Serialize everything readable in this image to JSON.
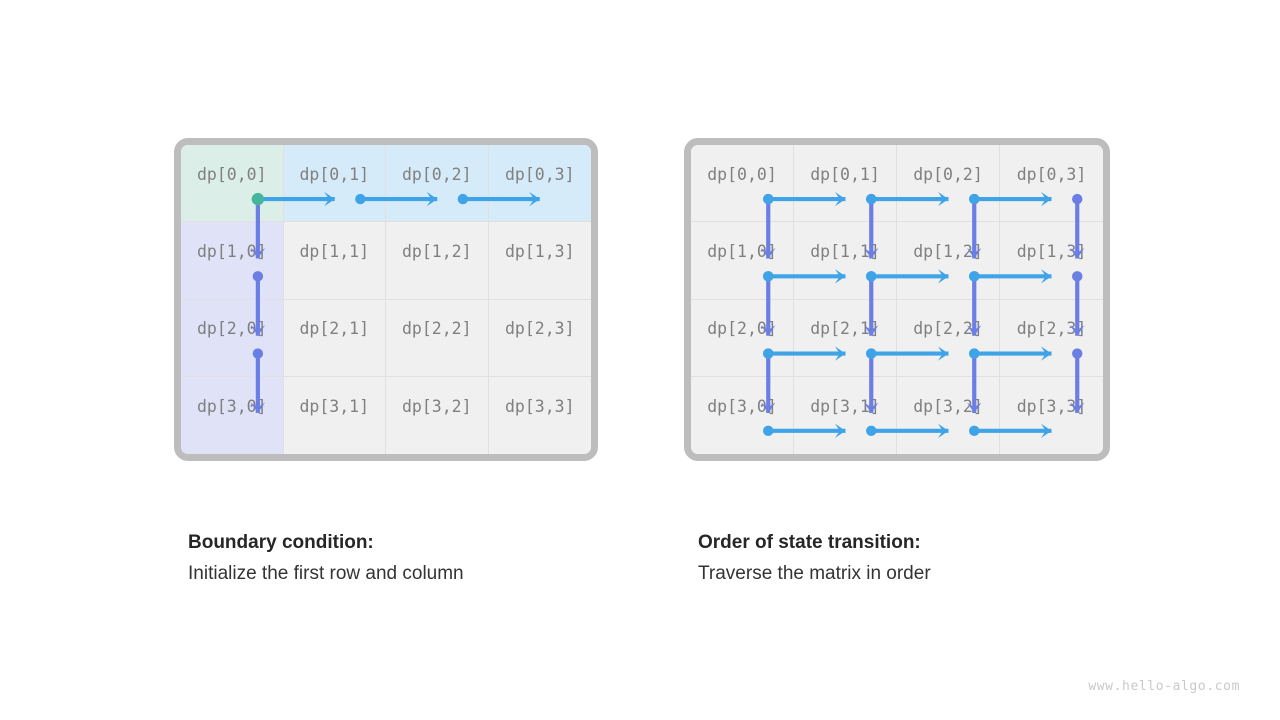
{
  "diagram": {
    "watermark": "www.hello-algo.com",
    "colors": {
      "cell_default": "#f0f0f0",
      "cell_origin": "#dbefe8",
      "cell_first_row": "#d6ebfa",
      "cell_first_col": "#e0e2f7",
      "grid_line": "#e0e0e0",
      "panel_border": "#bdbdbd",
      "label_text": "#808080",
      "arrow_horizontal": "#3fa3e8",
      "arrow_vertical": "#6b7ee3",
      "dot_origin": "#45b69c",
      "caption_title": "#262626",
      "caption_body": "#333333",
      "watermark_text": "#c9c9c9"
    },
    "panels": [
      {
        "id": "boundary-condition",
        "caption_title": "Boundary condition:",
        "caption_body": "Initialize the first row and column",
        "cells": [
          [
            "dp[0,0]",
            "dp[0,1]",
            "dp[0,2]",
            "dp[0,3]"
          ],
          [
            "dp[1,0]",
            "dp[1,1]",
            "dp[1,2]",
            "dp[1,3]"
          ],
          [
            "dp[2,0]",
            "dp[2,1]",
            "dp[2,2]",
            "dp[2,3]"
          ],
          [
            "dp[3,0]",
            "dp[3,1]",
            "dp[3,2]",
            "dp[3,3]"
          ]
        ],
        "cell_fills": [
          [
            "origin",
            "row",
            "row",
            "row"
          ],
          [
            "col",
            "none",
            "none",
            "none"
          ],
          [
            "col",
            "none",
            "none",
            "none"
          ],
          [
            "col",
            "none",
            "none",
            "none"
          ]
        ],
        "horizontal_arrows": [
          {
            "row": 0,
            "from_col": 0,
            "to_col": 1
          },
          {
            "row": 0,
            "from_col": 1,
            "to_col": 2
          },
          {
            "row": 0,
            "from_col": 2,
            "to_col": 3
          }
        ],
        "vertical_arrows": [
          {
            "col": 0,
            "from_row": 0,
            "to_row": 1
          },
          {
            "col": 0,
            "from_row": 1,
            "to_row": 2
          },
          {
            "col": 0,
            "from_row": 2,
            "to_row": 3
          }
        ],
        "origin_dot": {
          "row": 0,
          "col": 0
        }
      },
      {
        "id": "state-transition-order",
        "caption_title": "Order of state transition:",
        "caption_body": "Traverse the matrix in order",
        "cells": [
          [
            "dp[0,0]",
            "dp[0,1]",
            "dp[0,2]",
            "dp[0,3]"
          ],
          [
            "dp[1,0]",
            "dp[1,1]",
            "dp[1,2]",
            "dp[1,3]"
          ],
          [
            "dp[2,0]",
            "dp[2,1]",
            "dp[2,2]",
            "dp[2,3]"
          ],
          [
            "dp[3,0]",
            "dp[3,1]",
            "dp[3,2]",
            "dp[3,3]"
          ]
        ],
        "cell_fills": [
          [
            "none",
            "none",
            "none",
            "none"
          ],
          [
            "none",
            "none",
            "none",
            "none"
          ],
          [
            "none",
            "none",
            "none",
            "none"
          ],
          [
            "none",
            "none",
            "none",
            "none"
          ]
        ],
        "horizontal_arrows": [
          {
            "row": 0,
            "from_col": 0,
            "to_col": 1
          },
          {
            "row": 0,
            "from_col": 1,
            "to_col": 2
          },
          {
            "row": 0,
            "from_col": 2,
            "to_col": 3
          },
          {
            "row": 1,
            "from_col": 0,
            "to_col": 1
          },
          {
            "row": 1,
            "from_col": 1,
            "to_col": 2
          },
          {
            "row": 1,
            "from_col": 2,
            "to_col": 3
          },
          {
            "row": 2,
            "from_col": 0,
            "to_col": 1
          },
          {
            "row": 2,
            "from_col": 1,
            "to_col": 2
          },
          {
            "row": 2,
            "from_col": 2,
            "to_col": 3
          },
          {
            "row": 3,
            "from_col": 0,
            "to_col": 1
          },
          {
            "row": 3,
            "from_col": 1,
            "to_col": 2
          },
          {
            "row": 3,
            "from_col": 2,
            "to_col": 3
          }
        ],
        "vertical_arrows": [
          {
            "col": 0,
            "from_row": 0,
            "to_row": 1
          },
          {
            "col": 1,
            "from_row": 0,
            "to_row": 1
          },
          {
            "col": 2,
            "from_row": 0,
            "to_row": 1
          },
          {
            "col": 3,
            "from_row": 0,
            "to_row": 1
          },
          {
            "col": 0,
            "from_row": 1,
            "to_row": 2
          },
          {
            "col": 1,
            "from_row": 1,
            "to_row": 2
          },
          {
            "col": 2,
            "from_row": 1,
            "to_row": 2
          },
          {
            "col": 3,
            "from_row": 1,
            "to_row": 2
          },
          {
            "col": 0,
            "from_row": 2,
            "to_row": 3
          },
          {
            "col": 1,
            "from_row": 2,
            "to_row": 3
          },
          {
            "col": 2,
            "from_row": 2,
            "to_row": 3
          },
          {
            "col": 3,
            "from_row": 2,
            "to_row": 3
          }
        ],
        "origin_dot": null
      }
    ]
  }
}
